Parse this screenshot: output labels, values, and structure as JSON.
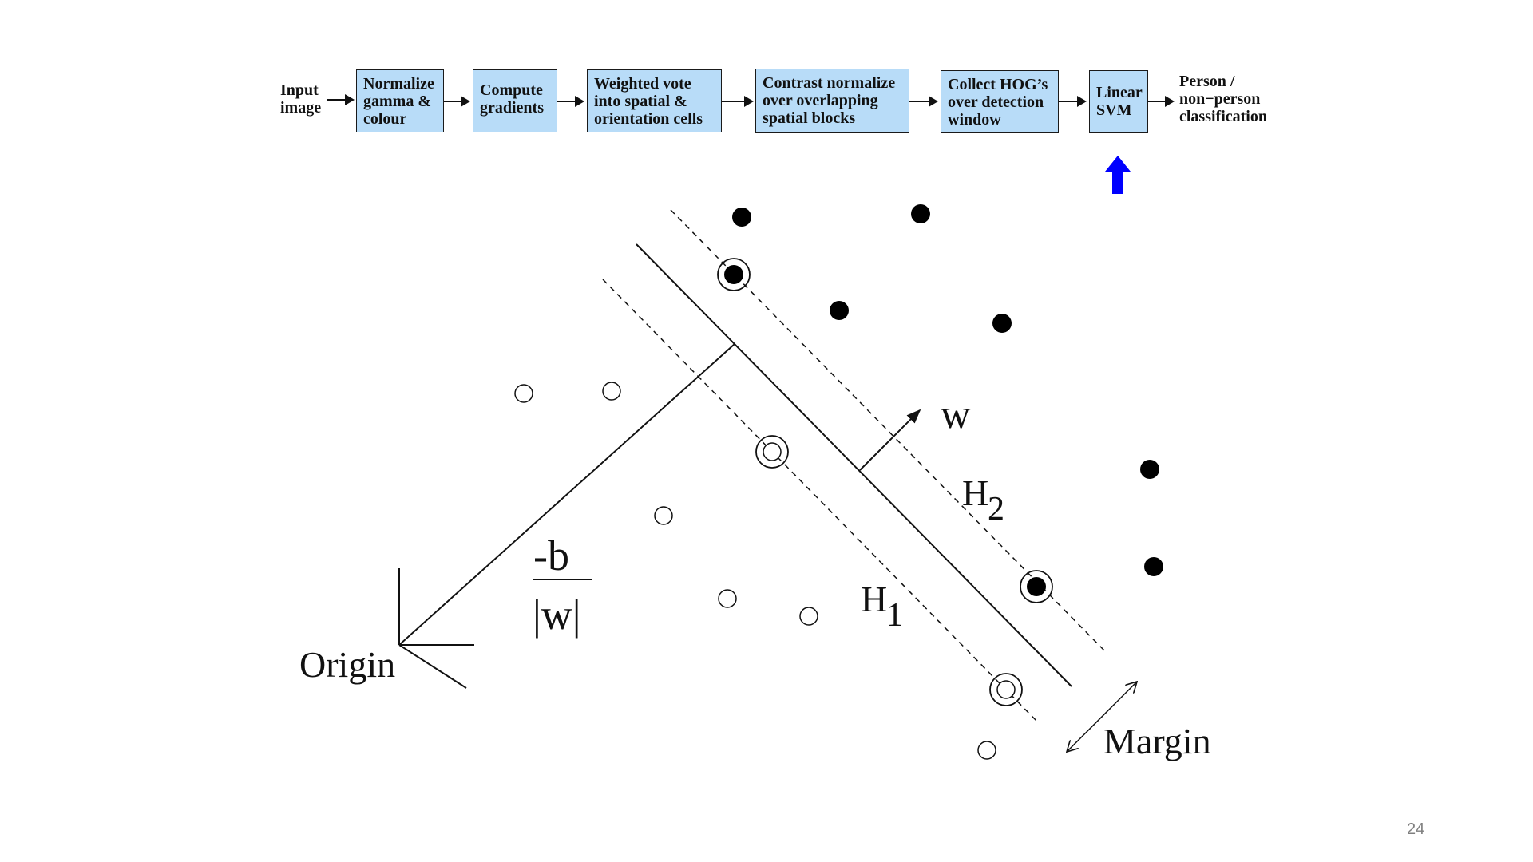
{
  "pipeline": {
    "input_label": "Input\nimage",
    "steps": [
      "Normalize\ngamma &\ncolour",
      "Compute\ngradients",
      "Weighted vote\ninto spatial &\norientation cells",
      "Contrast normalize\nover overlapping\nspatial blocks",
      "Collect HOG’s\nover detection\nwindow",
      "Linear\nSVM"
    ],
    "output_label": "Person /\nnon−person\nclassification",
    "highlighted_step": "Linear\nSVM",
    "pointer_color": "#0000ff",
    "box_color": "#b8dcf8"
  },
  "diagram": {
    "w_label": "w",
    "h2_label": "H",
    "h2_sub": "2",
    "h1_label": "H",
    "h1_sub": "1",
    "distance_numerator": "-b",
    "distance_denominator": "|w|",
    "origin_label": "Origin",
    "margin_label": "Margin"
  },
  "page_number": "24"
}
